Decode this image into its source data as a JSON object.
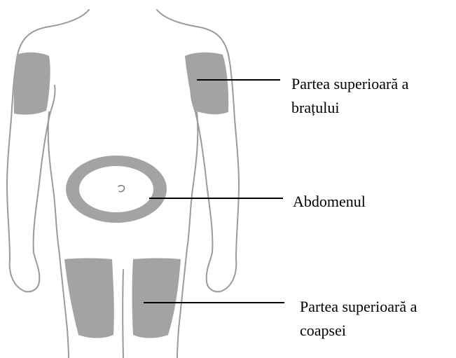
{
  "labels": {
    "upper_arm": [
      "Partea superioară a",
      "brațului"
    ],
    "abdomen": "Abdomenul",
    "thigh": [
      "Partea superioară a",
      "coapsei"
    ]
  },
  "colors": {
    "outline": "#9a9a9a",
    "injection_zone": "#a3a3a3",
    "pointer_line": "#000000",
    "background": "#ffffff"
  }
}
